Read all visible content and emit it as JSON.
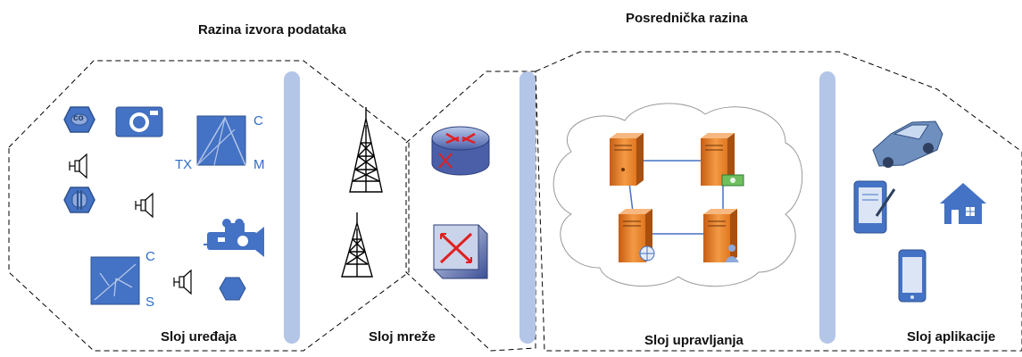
{
  "headers": {
    "data_source_level": "Razina izvora podataka",
    "middleware_level": "Posrednička razina"
  },
  "layers": {
    "devices": "Sloj uređaja",
    "network": "Sloj mreže",
    "management": "Sloj upravljanja",
    "applications": "Sloj aplikacije"
  },
  "device_letters": {
    "top_c": "C",
    "top_tx": "TX",
    "top_m": "M",
    "bottom_c": "C",
    "bottom_s": "S",
    "co": "co"
  },
  "colors": {
    "device_blue": "#4472c4",
    "divider": "#b4c6e7",
    "server_orange": "#e8822e",
    "text_blue": "#2e6cc4"
  },
  "icons": [
    "co-sensor-icon",
    "camera-icon",
    "speaker-icon",
    "capacitor-icon",
    "video-camera-icon",
    "hexagon-device-icon",
    "radio-tower-icon",
    "router-icon",
    "switch-icon",
    "server-icon",
    "car-icon",
    "tablet-icon",
    "house-icon",
    "phone-icon"
  ]
}
